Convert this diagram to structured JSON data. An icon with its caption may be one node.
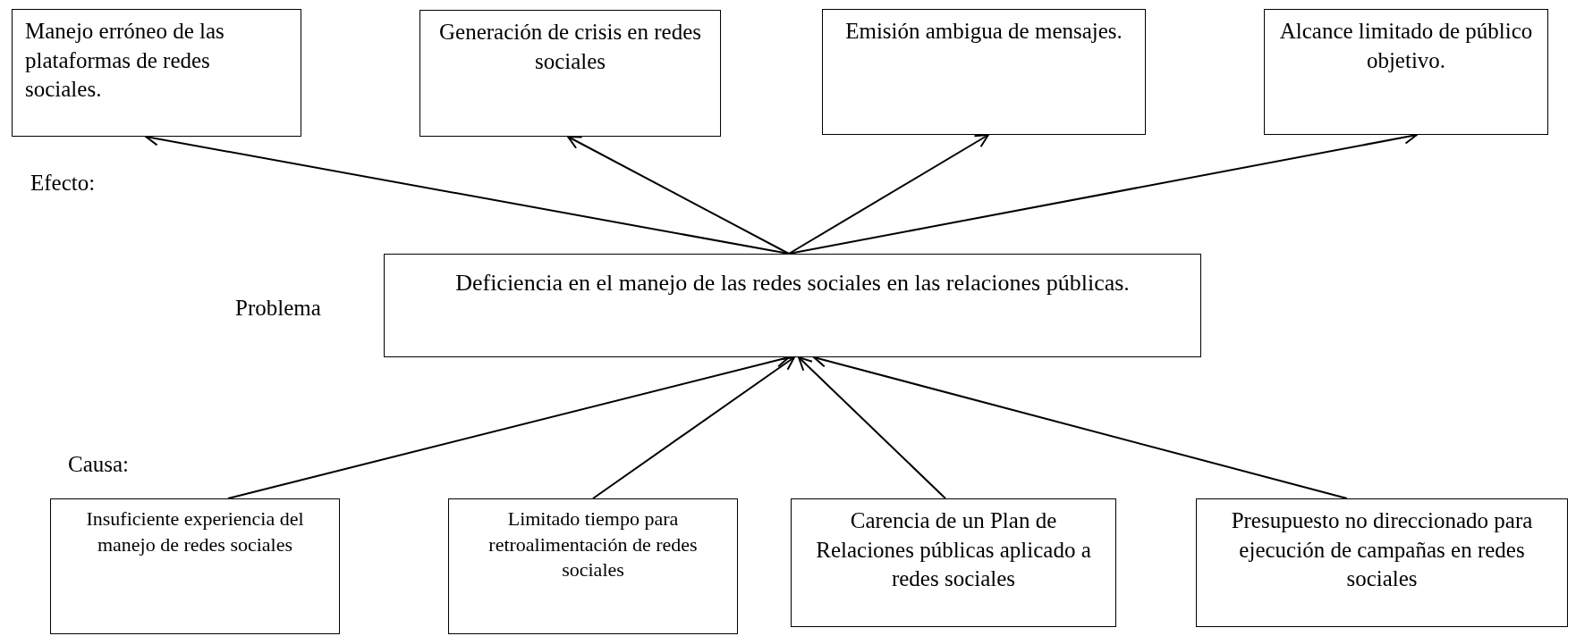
{
  "diagram": {
    "nodes": [
      {
        "text": [
          "Manejo erróneo de las plataformas de redes sociales."
        ]
      },
      {
        "text": [
          "Generación de crisis en redes sociales"
        ]
      },
      {
        "text": [
          "Emisión ambigua de mensajes."
        ]
      },
      {
        "text": [
          "Alcance limitado de público objetivo."
        ]
      },
      {
        "text": [
          "Deficiencia en el manejo de las redes sociales en las relaciones públicas."
        ]
      },
      {
        "text": [
          "Insuficiente experiencia del manejo de redes sociales"
        ]
      },
      {
        "text": [
          "Limitado tiempo para retroalimentación de redes sociales"
        ]
      },
      {
        "text": [
          "Carencia de un Plan de Relaciones públicas aplicado a redes sociales"
        ]
      },
      {
        "text": [
          "Presupuesto no direccionado para ejecución de campañas en redes sociales"
        ]
      }
    ],
    "edges": [
      {
        "from": 4,
        "to": 0,
        "arrow": "to"
      },
      {
        "from": 4,
        "to": 1,
        "arrow": "to"
      },
      {
        "from": 4,
        "to": 2,
        "arrow": "to"
      },
      {
        "from": 4,
        "to": 3,
        "arrow": "to"
      },
      {
        "from": 5,
        "to": 4,
        "arrow": "to"
      },
      {
        "from": 6,
        "to": 4,
        "arrow": "to"
      },
      {
        "from": 7,
        "to": 4,
        "arrow": "to"
      },
      {
        "from": 8,
        "to": 4,
        "arrow": "to"
      }
    ],
    "labels": [
      "Efecto:",
      "Problema",
      "Causa:"
    ]
  }
}
